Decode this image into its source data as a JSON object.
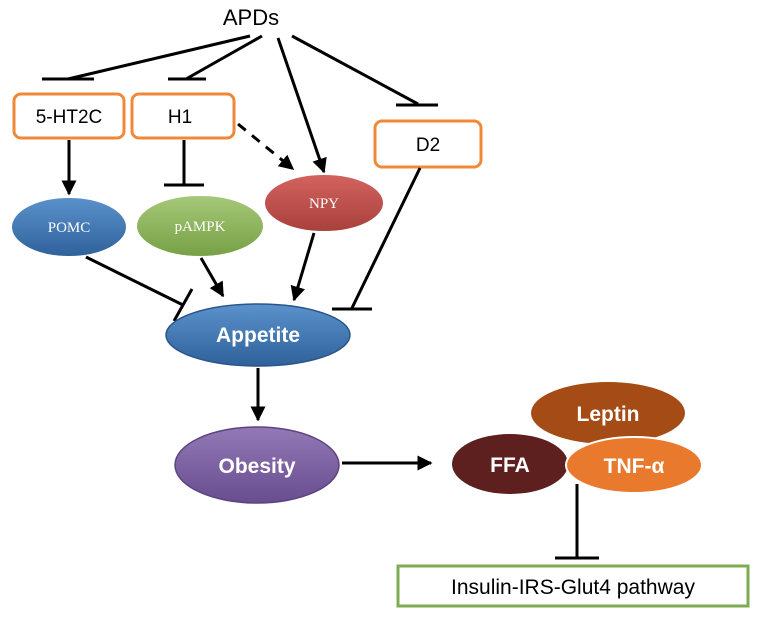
{
  "title": "APDs",
  "receptors": {
    "ht2c": "5-HT2C",
    "h1": "H1",
    "d2": "D2"
  },
  "mediators": {
    "pomc": "POMC",
    "pampk": "pAMPK",
    "npy": "NPY"
  },
  "outcomes": {
    "appetite": "Appetite",
    "obesity": "Obesity"
  },
  "factors": {
    "leptin": "Leptin",
    "ffa": "FFA",
    "tnf": "TNF-α"
  },
  "pathway": "Insulin-IRS-Glut4 pathway",
  "colors": {
    "receptor_border": "#f0883a",
    "pomc": "#3f78b4",
    "pampk": "#8db45c",
    "npy": "#c0504d",
    "appetite": "#3f78b4",
    "obesity": "#7b5ea2",
    "leptin": "#a54c16",
    "ffa": "#5e1f1f",
    "tnf": "#e8792d",
    "pathway_border": "#7fac52"
  }
}
